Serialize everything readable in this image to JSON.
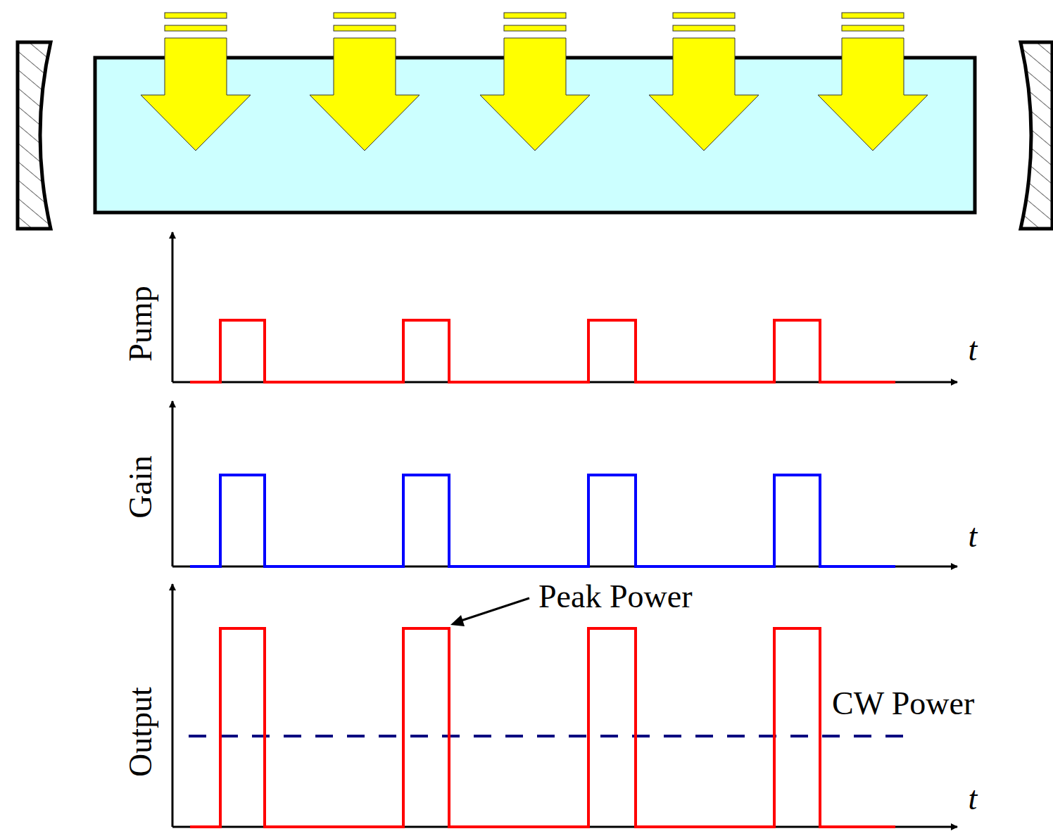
{
  "diagram": {
    "labels": [
      "Pump",
      "t",
      "Gain",
      "t",
      "Output",
      "t",
      "Peak Power",
      "CW Power"
    ]
  }
}
